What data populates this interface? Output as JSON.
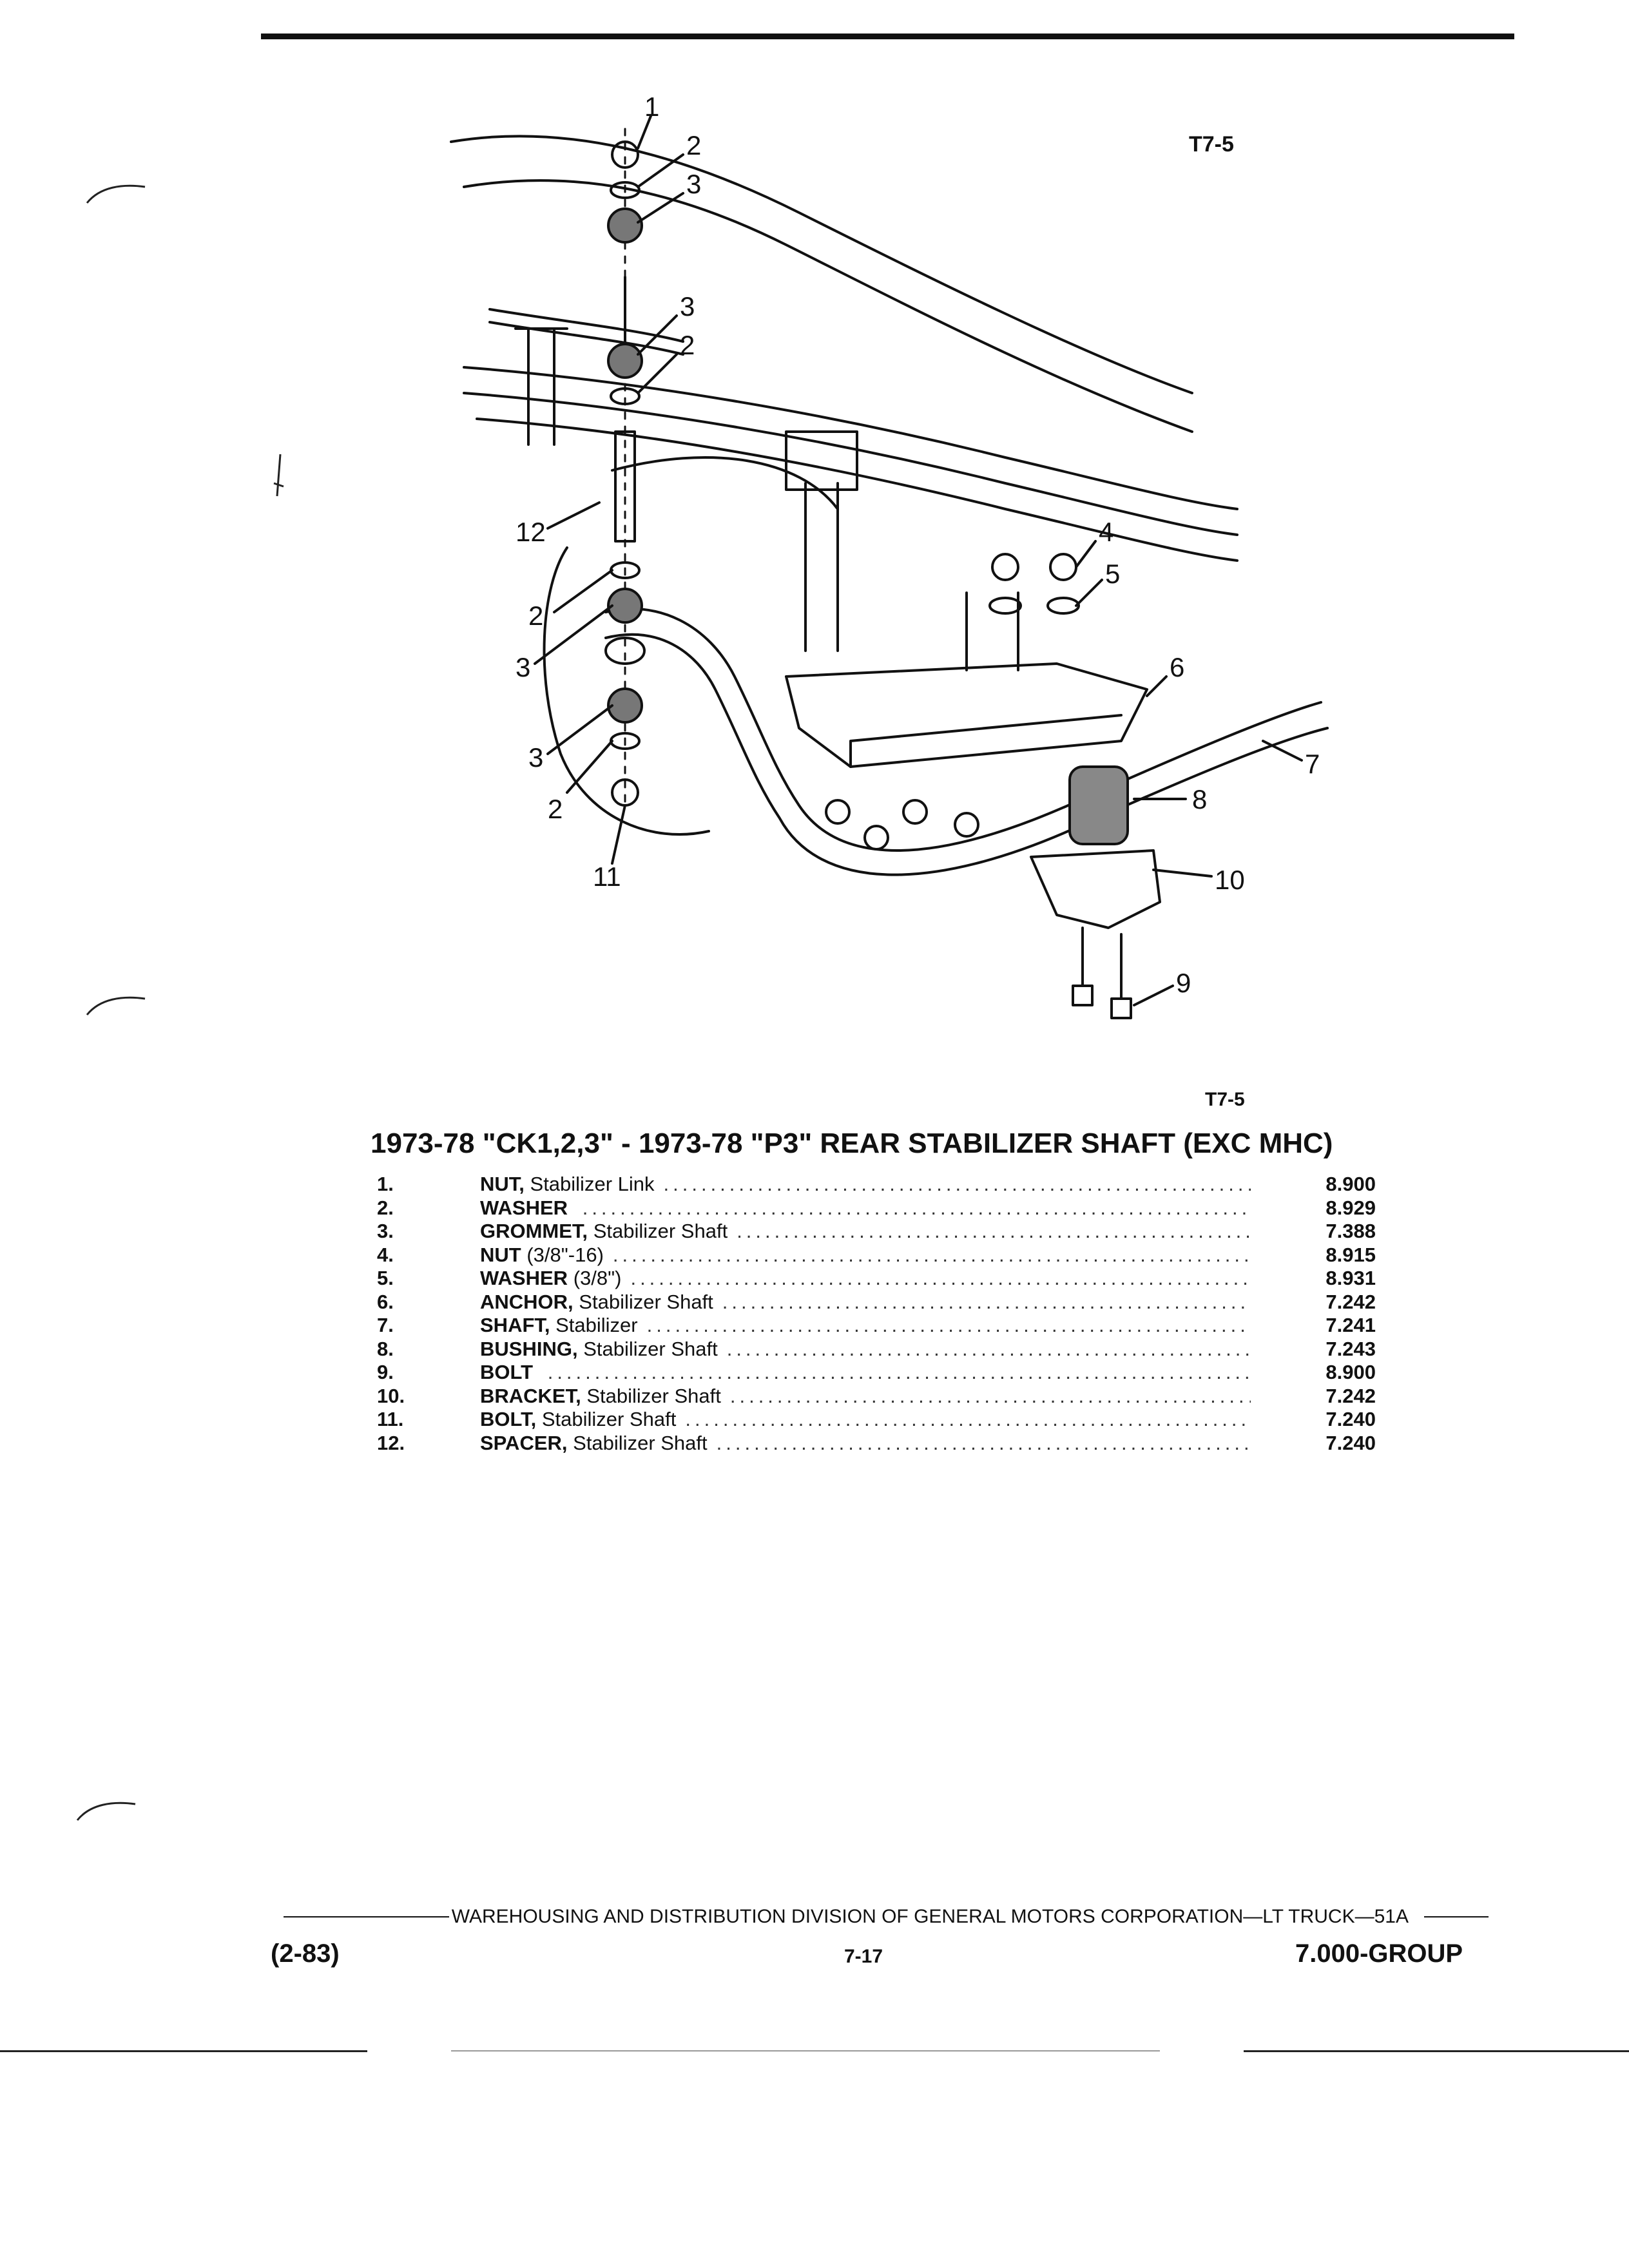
{
  "figure": {
    "code_top": "T7-5",
    "code_bottom": "T7-5",
    "callouts": [
      "1",
      "2",
      "3",
      "3",
      "2",
      "12",
      "2",
      "3",
      "3",
      "2",
      "11",
      "4",
      "5",
      "6",
      "7",
      "8",
      "10",
      "9"
    ]
  },
  "section_title": "1973-78 \"CK1,2,3\" - 1973-78 \"P3\" REAR STABILIZER SHAFT (EXC MHC)",
  "parts": [
    {
      "num": "1.",
      "name": "NUT,",
      "desc": "Stabilizer Link",
      "group": "8.900"
    },
    {
      "num": "2.",
      "name": "WASHER",
      "desc": "",
      "group": "8.929"
    },
    {
      "num": "3.",
      "name": "GROMMET,",
      "desc": "Stabilizer Shaft",
      "group": "7.388"
    },
    {
      "num": "4.",
      "name": "NUT",
      "desc": "(3/8\"-16)",
      "group": "8.915"
    },
    {
      "num": "5.",
      "name": "WASHER",
      "desc": "(3/8\")",
      "group": "8.931"
    },
    {
      "num": "6.",
      "name": "ANCHOR,",
      "desc": "Stabilizer Shaft",
      "group": "7.242"
    },
    {
      "num": "7.",
      "name": "SHAFT,",
      "desc": "Stabilizer",
      "group": "7.241"
    },
    {
      "num": "8.",
      "name": "BUSHING,",
      "desc": "Stabilizer Shaft",
      "group": "7.243"
    },
    {
      "num": "9.",
      "name": "BOLT",
      "desc": "",
      "group": "8.900"
    },
    {
      "num": "10.",
      "name": "BRACKET,",
      "desc": "Stabilizer Shaft",
      "group": "7.242"
    },
    {
      "num": "11.",
      "name": "BOLT,",
      "desc": "Stabilizer Shaft",
      "group": "7.240"
    },
    {
      "num": "12.",
      "name": "SPACER,",
      "desc": "Stabilizer Shaft",
      "group": "7.240"
    }
  ],
  "footer": {
    "line": "WAREHOUSING AND DISTRIBUTION DIVISION OF GENERAL MOTORS CORPORATION—LT TRUCK—51A",
    "date": "(2-83)",
    "page": "7-17",
    "group": "7.000-GROUP"
  }
}
